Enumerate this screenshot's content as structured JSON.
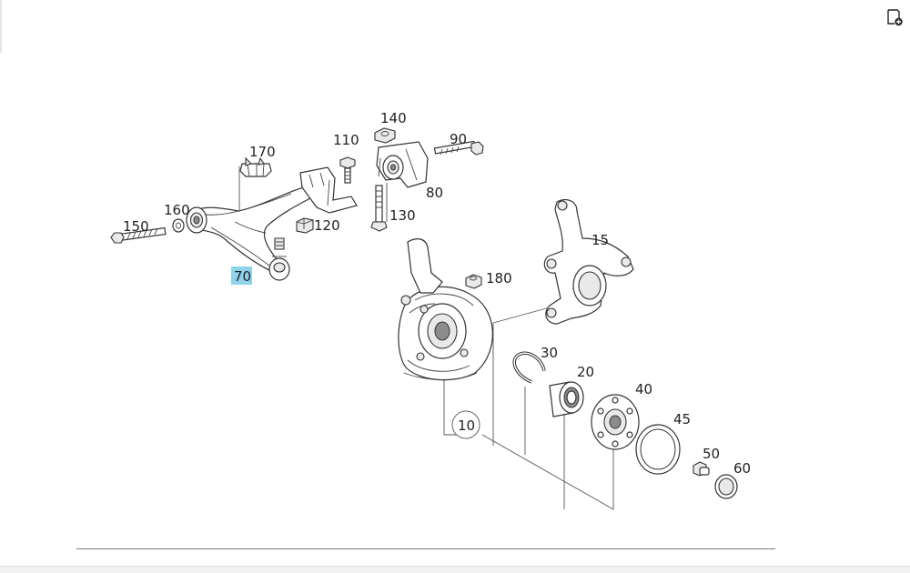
{
  "diagram": {
    "callouts": {
      "c150": "150",
      "c160": "160",
      "c170": "170",
      "c110": "110",
      "c140": "140",
      "c90": "90",
      "c80": "80",
      "c130": "130",
      "c120": "120",
      "c70": "70",
      "c15": "15",
      "c180": "180",
      "c30": "30",
      "c20": "20",
      "c40": "40",
      "c45": "45",
      "c10": "10",
      "c50": "50",
      "c60": "60"
    },
    "selected_callout": "70",
    "highlight_color": "#8fd3ea"
  },
  "toolbar": {
    "corner_icon": "document-add-icon"
  }
}
